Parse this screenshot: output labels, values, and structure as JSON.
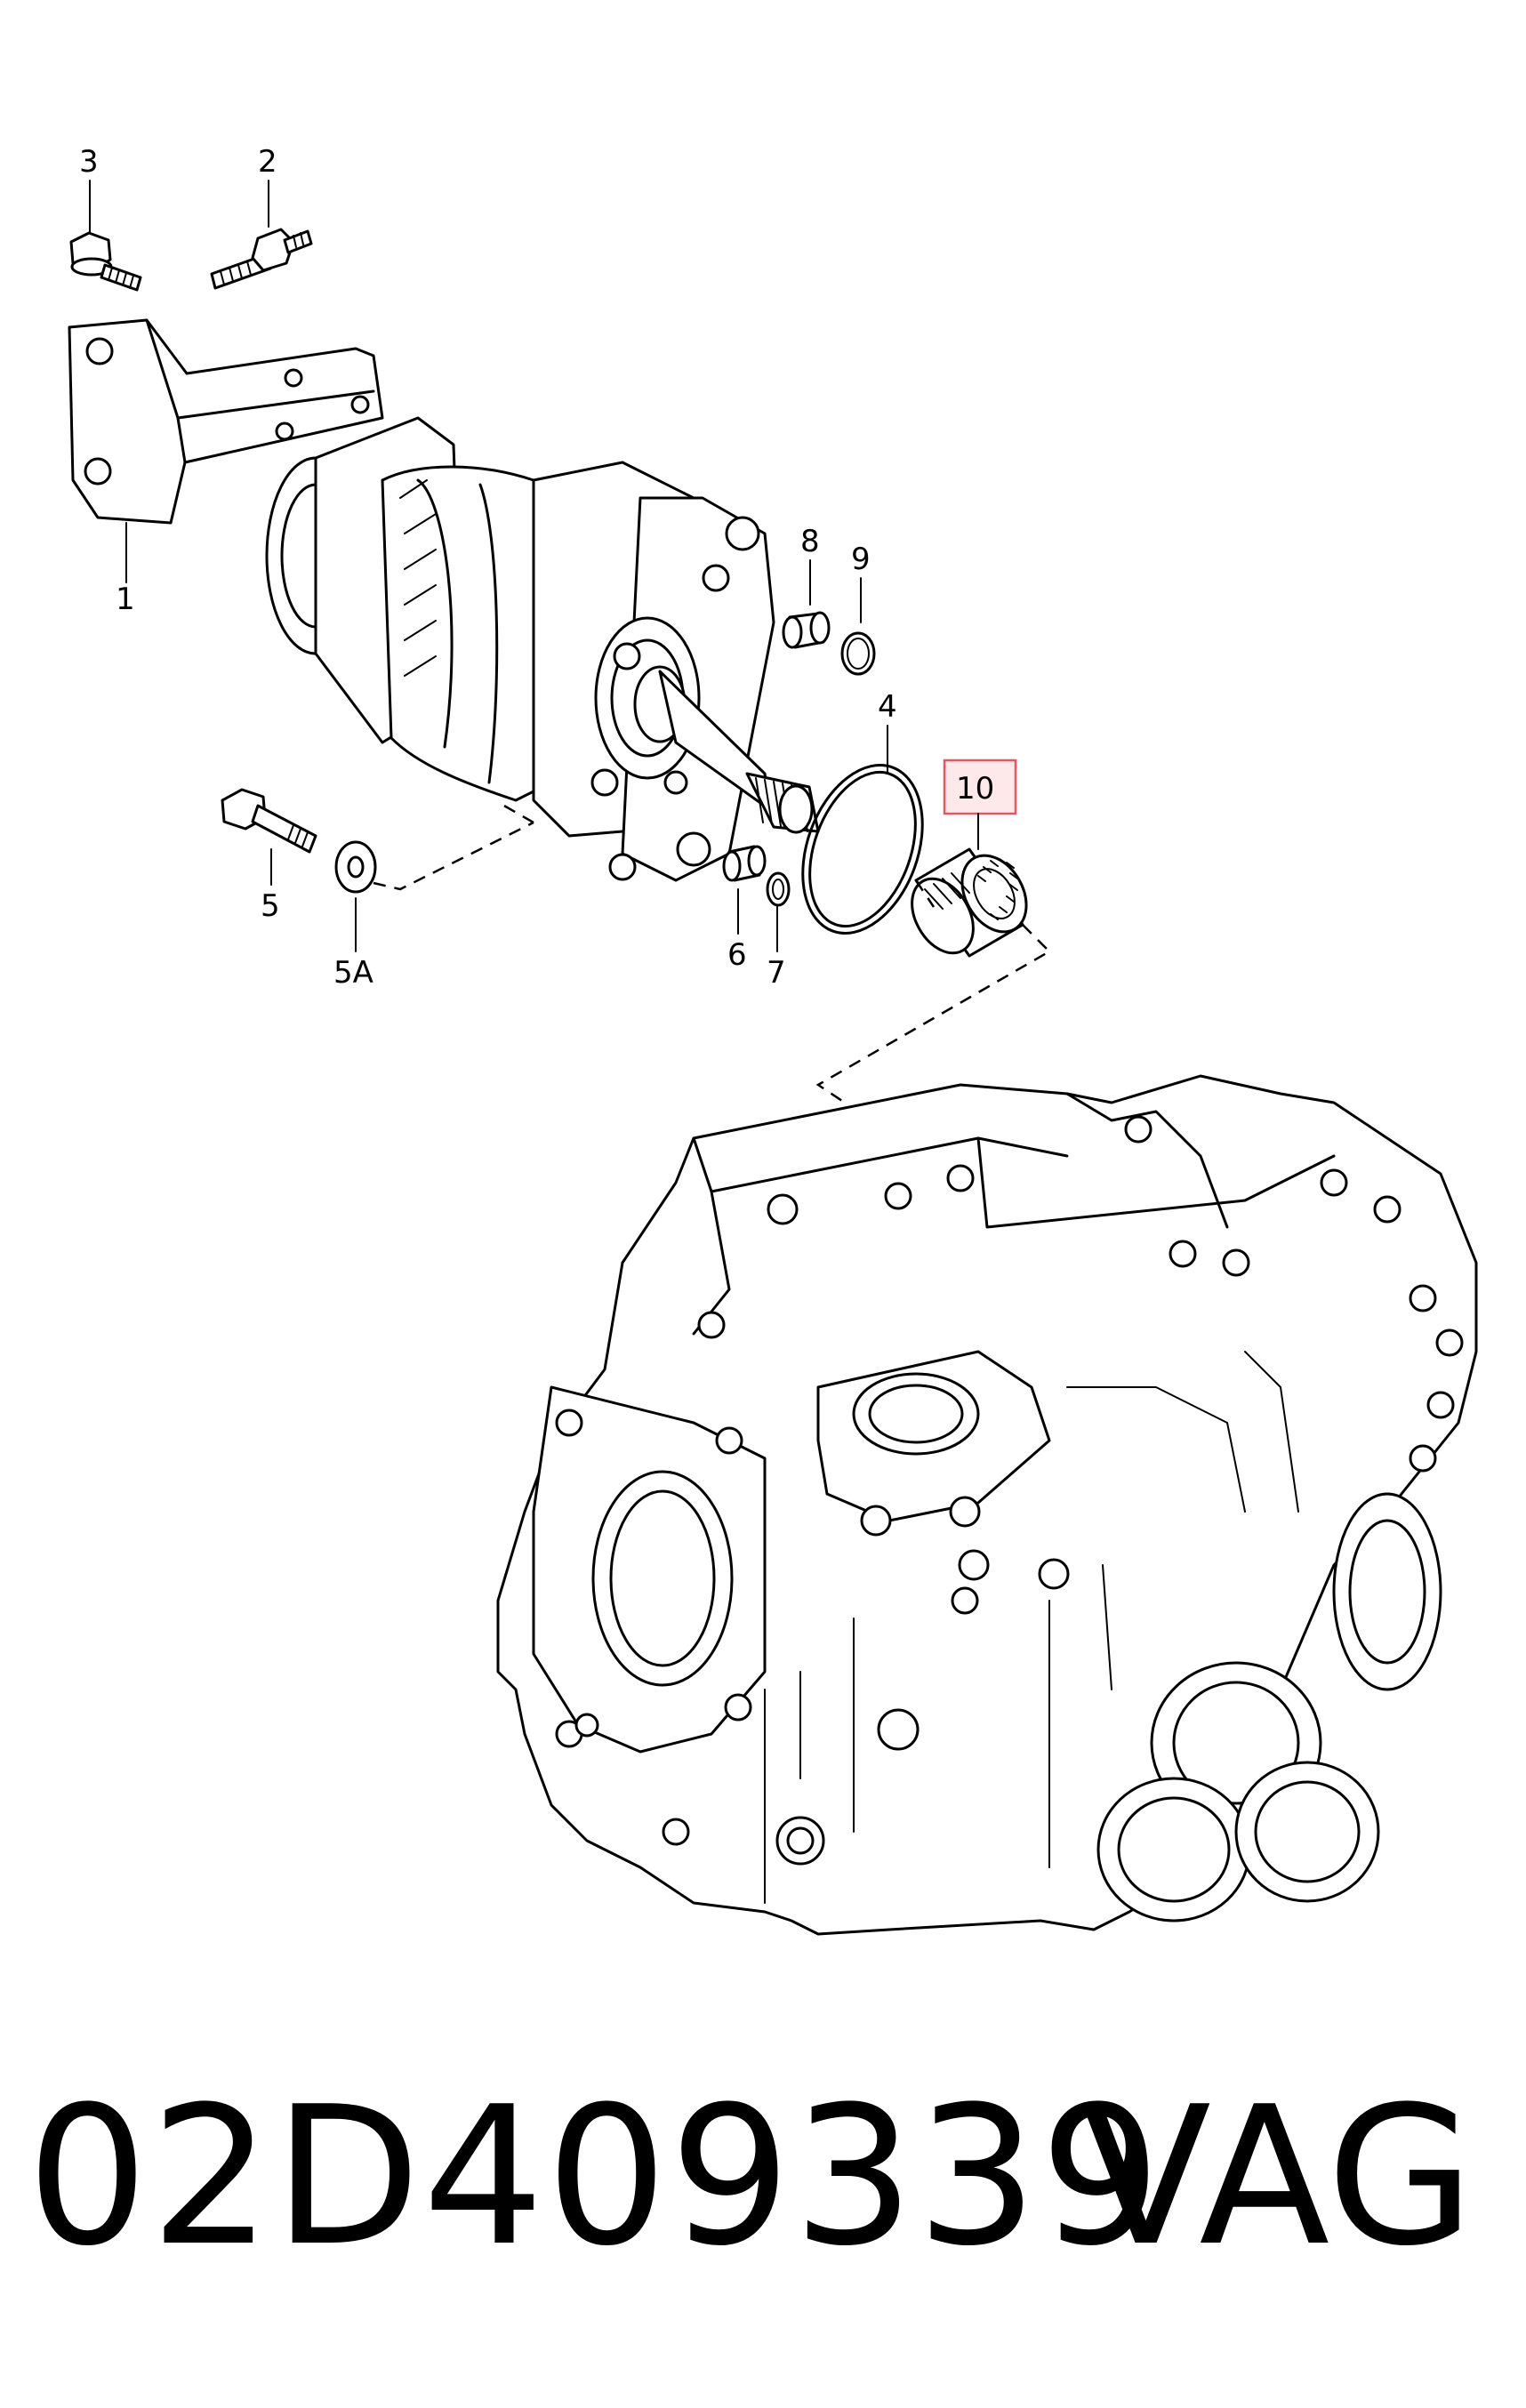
{
  "diagram": {
    "callouts": {
      "c1": "1",
      "c2": "2",
      "c3": "3",
      "c4": "4",
      "c5": "5",
      "c5a": "5A",
      "c6": "6",
      "c7": "7",
      "c8": "8",
      "c9": "9",
      "c10": "10"
    },
    "highlight_color": "#e8565f"
  },
  "footer": {
    "part_number": "02D409339",
    "brand": "VAG"
  }
}
